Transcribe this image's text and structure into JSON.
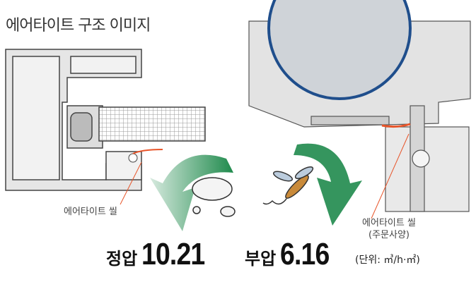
{
  "title": "에어타이트 구조 이미지",
  "labels": {
    "left_seal": "에어타이트 씰",
    "right_seal": "에어타이트 씰",
    "right_seal_note": "(주문사양)"
  },
  "values": {
    "positive_label": "정압",
    "positive_value": "10.21",
    "negative_label": "부압",
    "negative_value": "6.16",
    "unit": "(단위: ㎥/h·㎡)"
  },
  "colors": {
    "arrow": "#2e8b57",
    "seal": "#e8552a",
    "belt": "#1f4e8c"
  }
}
